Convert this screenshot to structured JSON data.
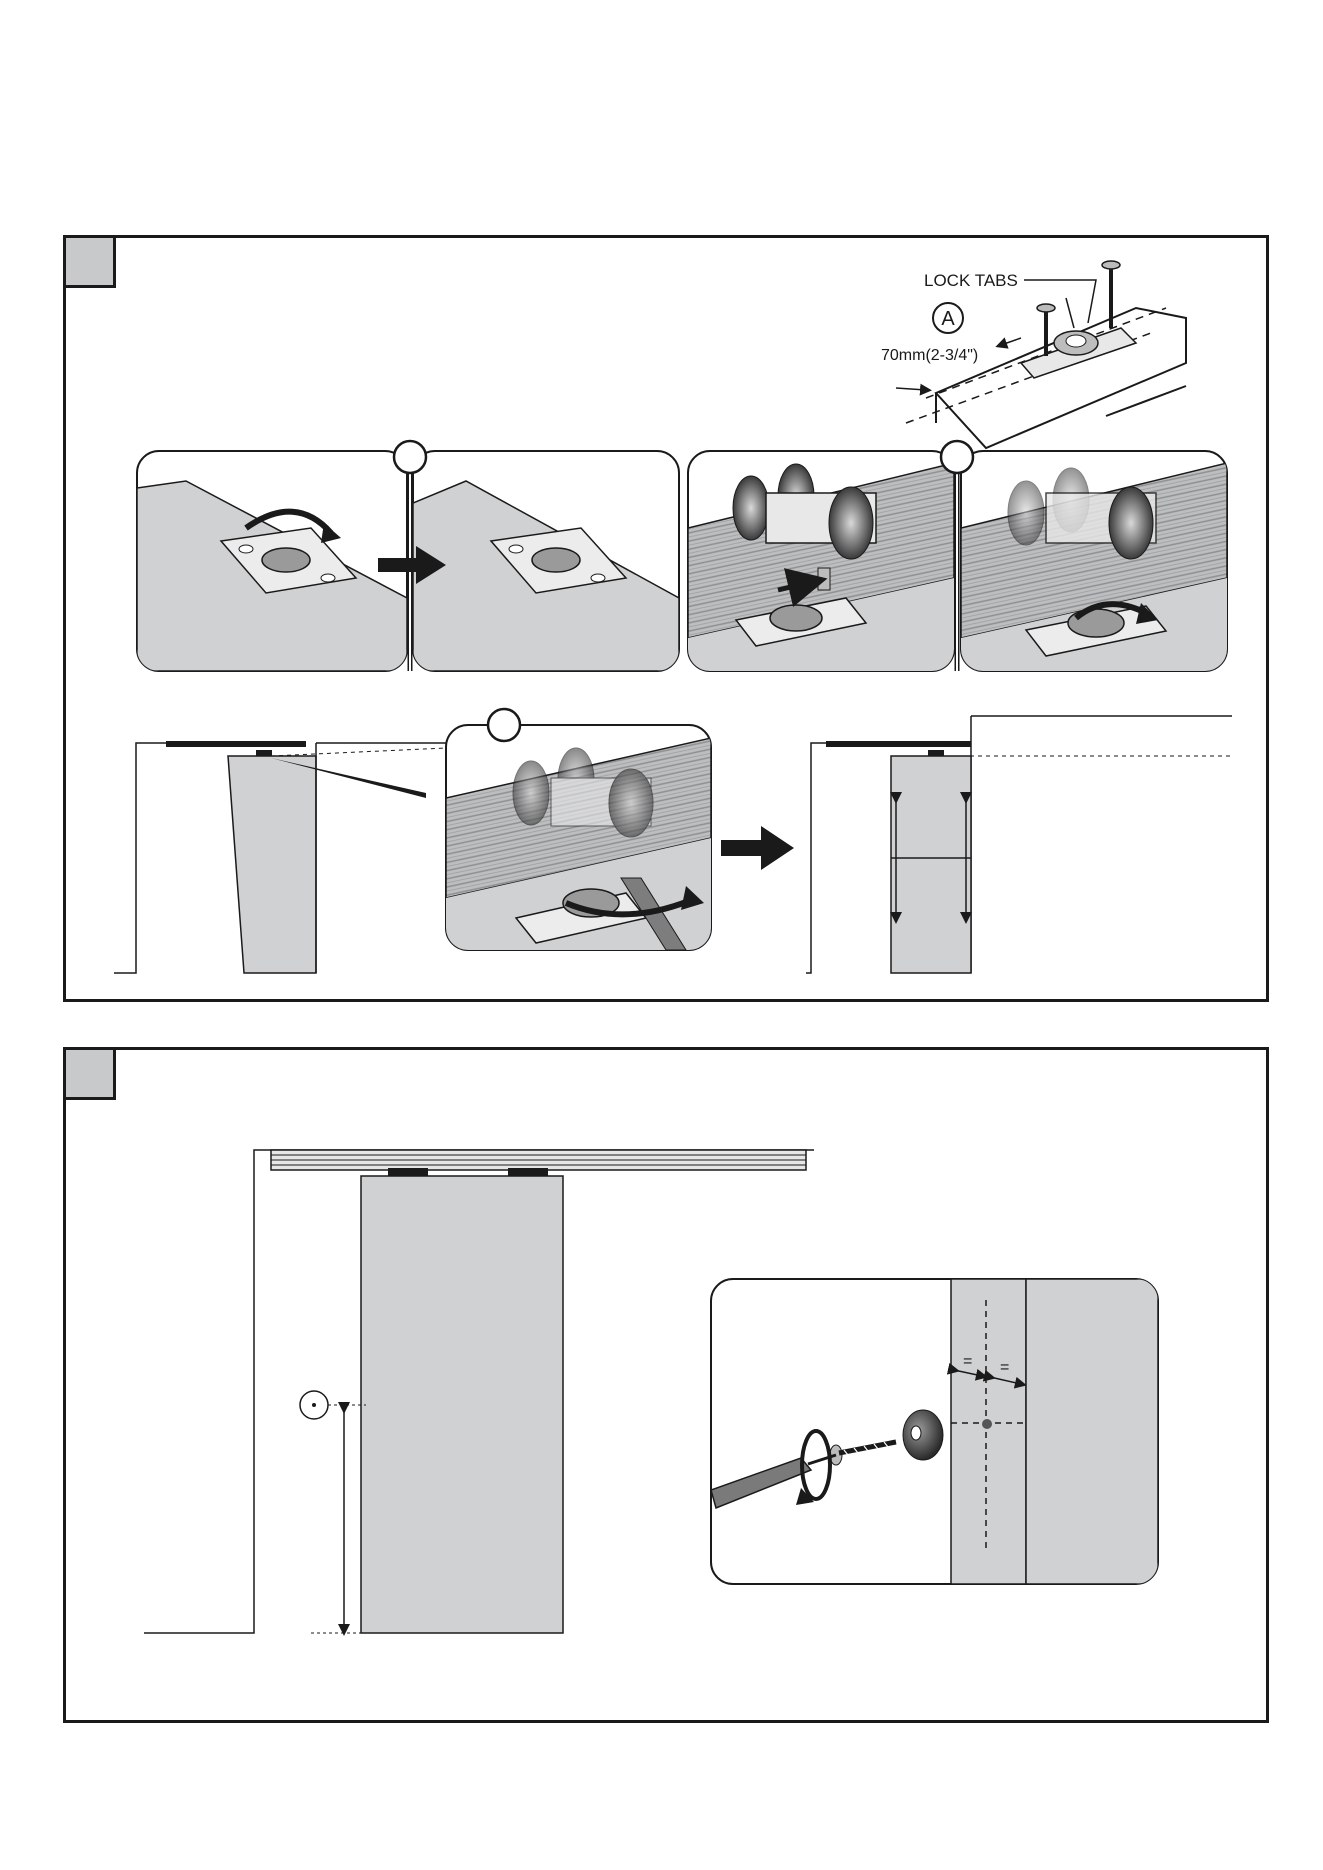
{
  "step1": {
    "step_number": "",
    "top_detail": {
      "callout_label": "LOCK TABS",
      "marker_letter": "A",
      "dimension_label": "70mm(2-3/4\")"
    },
    "row1_markers": [
      "",
      ""
    ],
    "row2_marker": ""
  },
  "step2": {
    "step_number": "",
    "equal_mark_left": "=",
    "equal_mark_right": "="
  },
  "colors": {
    "panel_gray": "#d0d1d3",
    "dark": "#1a1a1a",
    "step_badge": "#c8c9cb"
  },
  "icons": [
    "arrow-right-icon",
    "rotate-arrow-icon",
    "screw-icon",
    "screwdriver-icon",
    "roller-icon"
  ]
}
